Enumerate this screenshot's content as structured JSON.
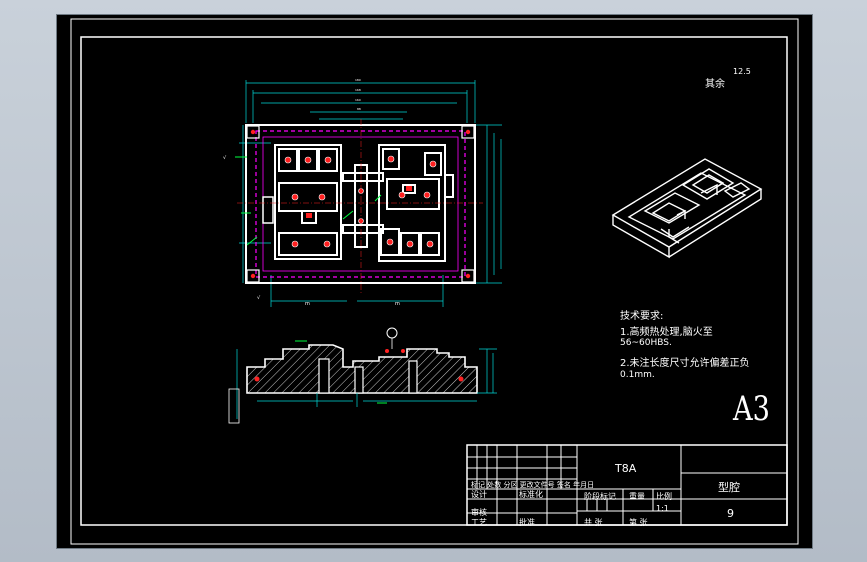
{
  "technical_requirements": {
    "title": "技术要求:",
    "item1": "1.高频热处理,脑火至",
    "item1_cont": "56~60HBS.",
    "item2": "2.未注长度尺寸允许偏差正负",
    "item2_cont": "0.1mm."
  },
  "surface_finish": {
    "label": "其余",
    "value": "12.5"
  },
  "sheet_size": "A3",
  "title_block": {
    "header_row": "标记 处数 分区 更改文件号 签名 年月日",
    "design": "设计",
    "standardization": "标准化",
    "review": "审核",
    "process": "工艺",
    "approve": "批准",
    "stage_mark": "阶段标记",
    "weight": "重量",
    "ratio": "比例",
    "scale": "1:1",
    "total_sheets": "共  张",
    "sheet_no": "第  张",
    "material": "T8A",
    "part_name": "型腔",
    "drawing_number": "9"
  },
  "colors": {
    "background": "#000000",
    "frame": "#ffffff",
    "outline": "#ffffff",
    "dimension": "#00d8d8",
    "hatch": "#ffffff",
    "hole_marker": "#ff2020",
    "border": "#ff00ff",
    "isometric": "#ffffff"
  }
}
